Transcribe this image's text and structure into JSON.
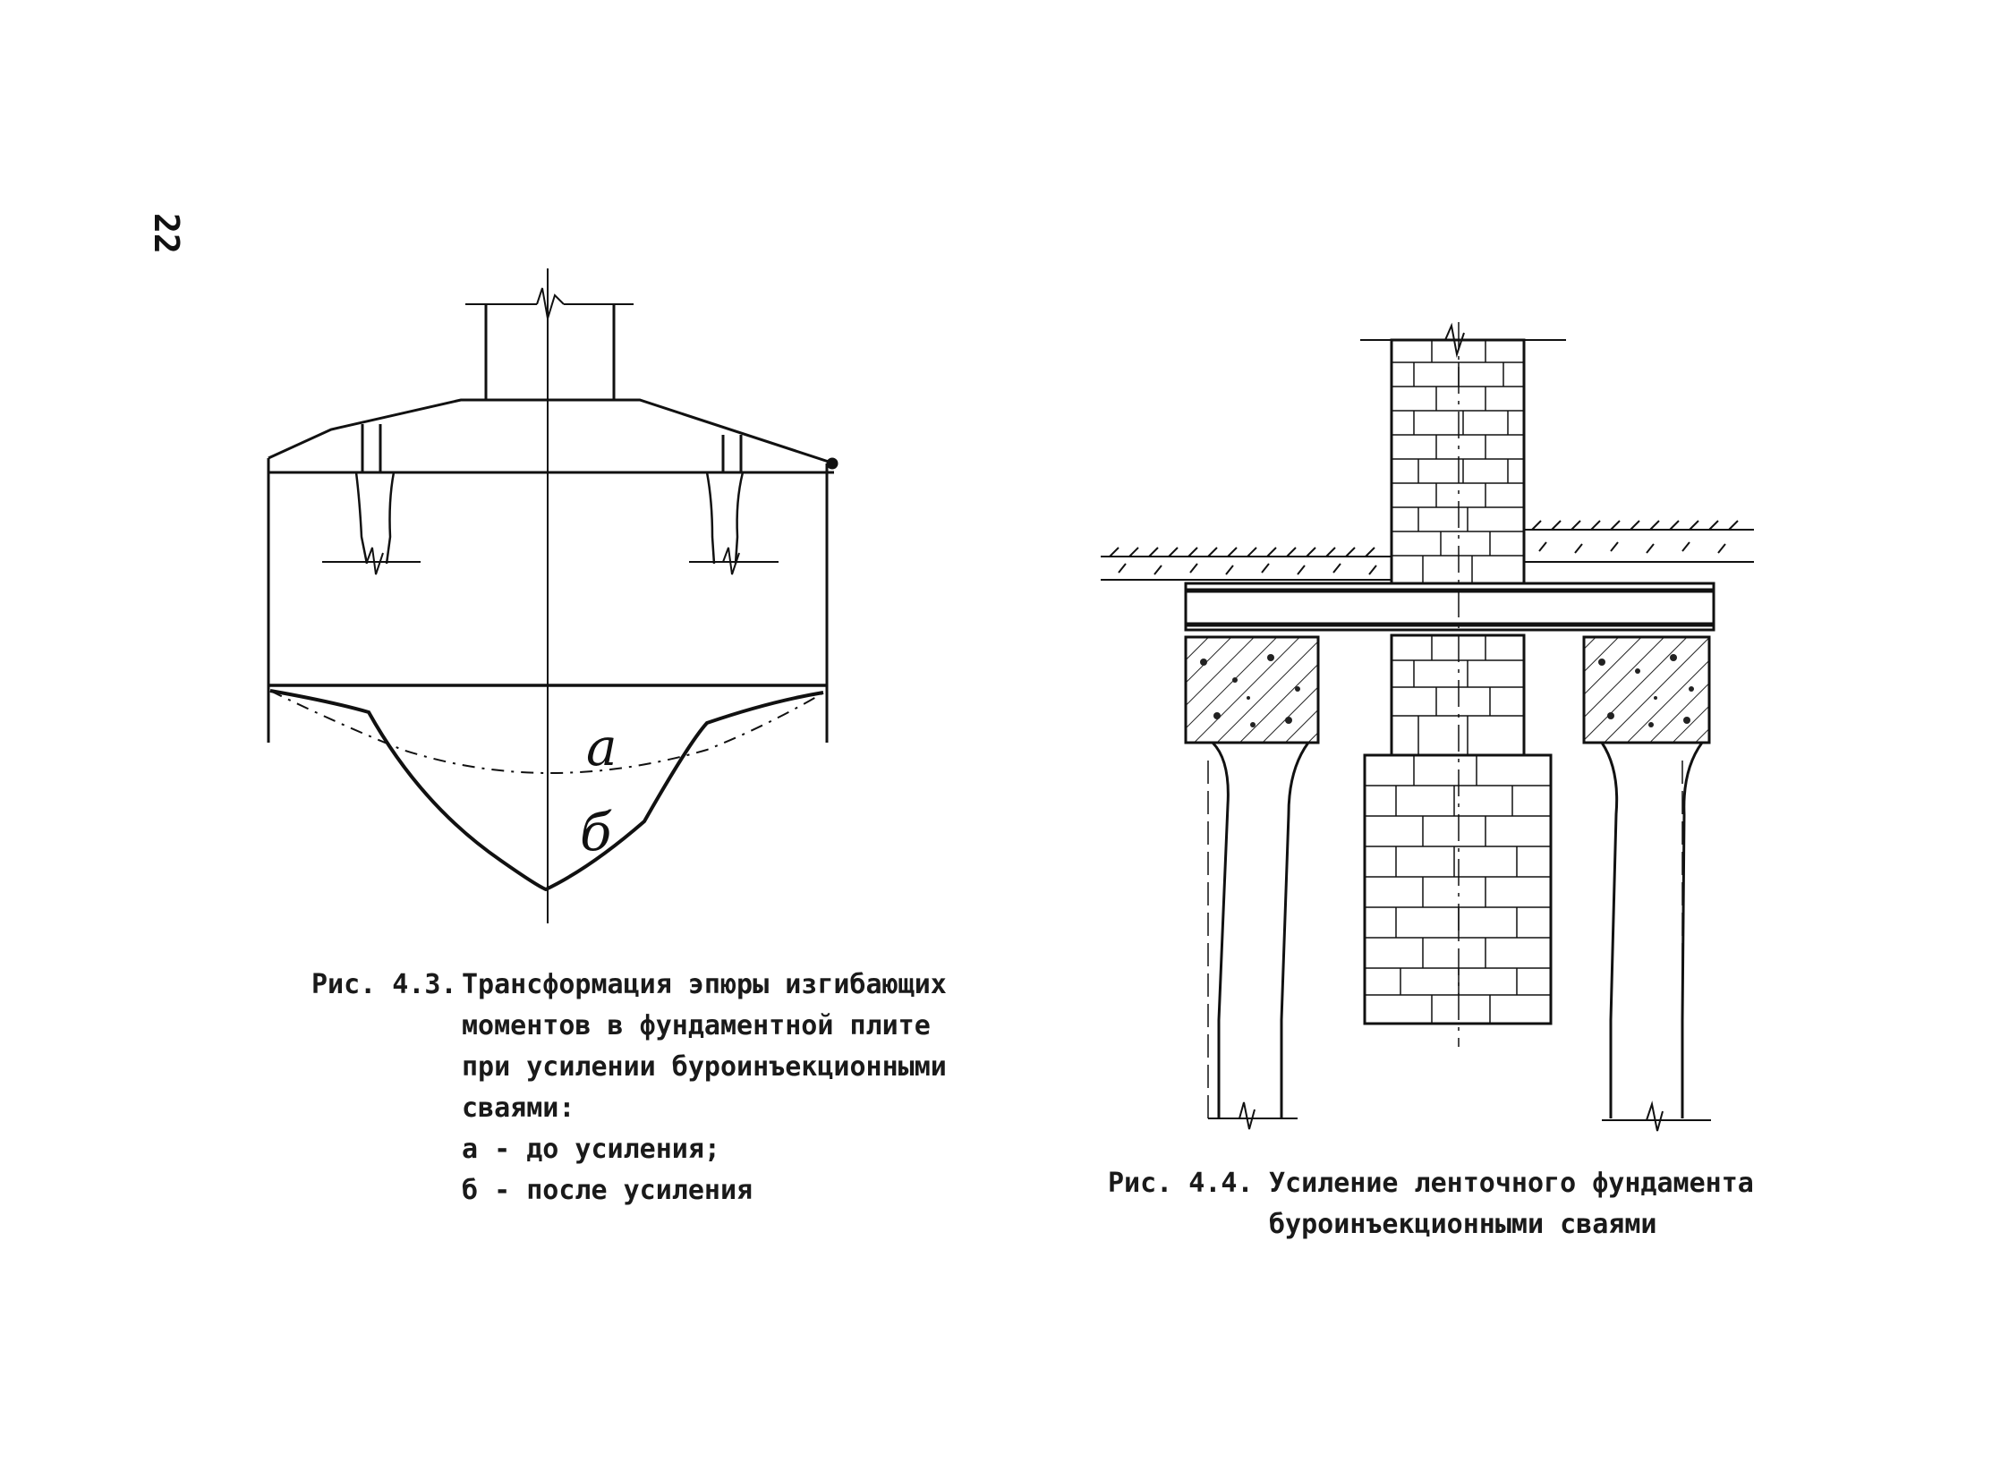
{
  "page": {
    "number": "22"
  },
  "figure_4_3": {
    "prefix": "Рис. 4.3.",
    "lines": [
      "Трансформация эпюры изгибающих",
      "моментов в фундаментной плите",
      "при усилении буроинъекционными",
      "сваями:",
      "а - до усиления;",
      "б - после усиления"
    ],
    "diagram_labels": {
      "a": "а",
      "b": "б"
    }
  },
  "figure_4_4": {
    "prefix": "Рис. 4.4.",
    "lines": [
      "Усиление ленточного фундамента",
      "буроинъекционными сваями"
    ]
  }
}
